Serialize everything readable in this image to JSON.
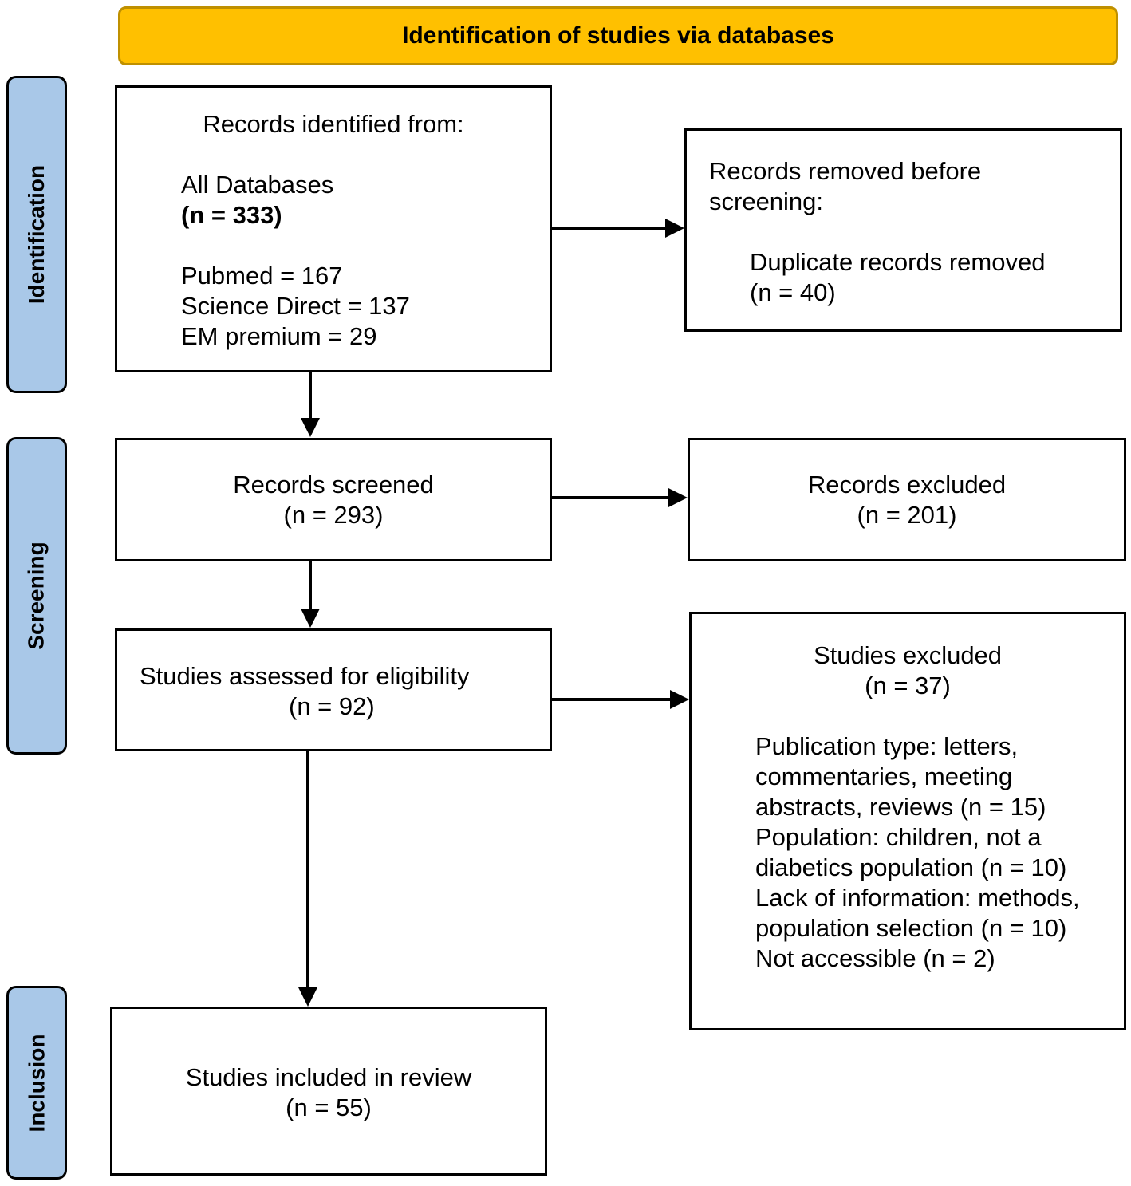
{
  "header": {
    "title": "Identification of studies via databases"
  },
  "phases": {
    "identification": "Identification",
    "screening": "Screening",
    "inclusion": "Inclusion"
  },
  "identified": {
    "heading": "Records identified from:",
    "line1": "All Databases",
    "line2": "(n = 333)",
    "pubmed": "Pubmed = 167",
    "science_direct": "Science Direct = 137",
    "em_premium": "EM premium = 29"
  },
  "removed": {
    "heading1": "Records removed before",
    "heading2": "screening:",
    "line1": "Duplicate records removed",
    "line2": "(n = 40)"
  },
  "screened": {
    "line1": "Records screened",
    "line2": "(n = 293)"
  },
  "excluded": {
    "line1": "Records excluded",
    "line2": "(n = 201)"
  },
  "assessed": {
    "line1": "Studies assessed for eligibility",
    "line2": "(n = 92)"
  },
  "studies_excluded": {
    "line1": "Studies excluded",
    "line2": "(n = 37)",
    "reasons": [
      "Publication type: letters,",
      "commentaries, meeting",
      "abstracts, reviews (n = 15)",
      "Population: children, not a",
      "diabetics population (n = 10)",
      "Lack of information: methods,",
      "population selection (n = 10)",
      "Not accessible (n = 2)"
    ]
  },
  "included": {
    "line1": "Studies included in review",
    "line2": "(n = 55)"
  }
}
